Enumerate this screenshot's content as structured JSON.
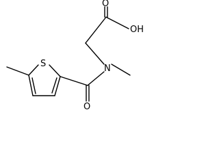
{
  "molecule": {
    "atoms": {
      "oh": "OH",
      "carbonyl_o_acid": "O",
      "sulfur": "S",
      "nitrogen": "N",
      "carbonyl_o_amide": "O"
    }
  }
}
